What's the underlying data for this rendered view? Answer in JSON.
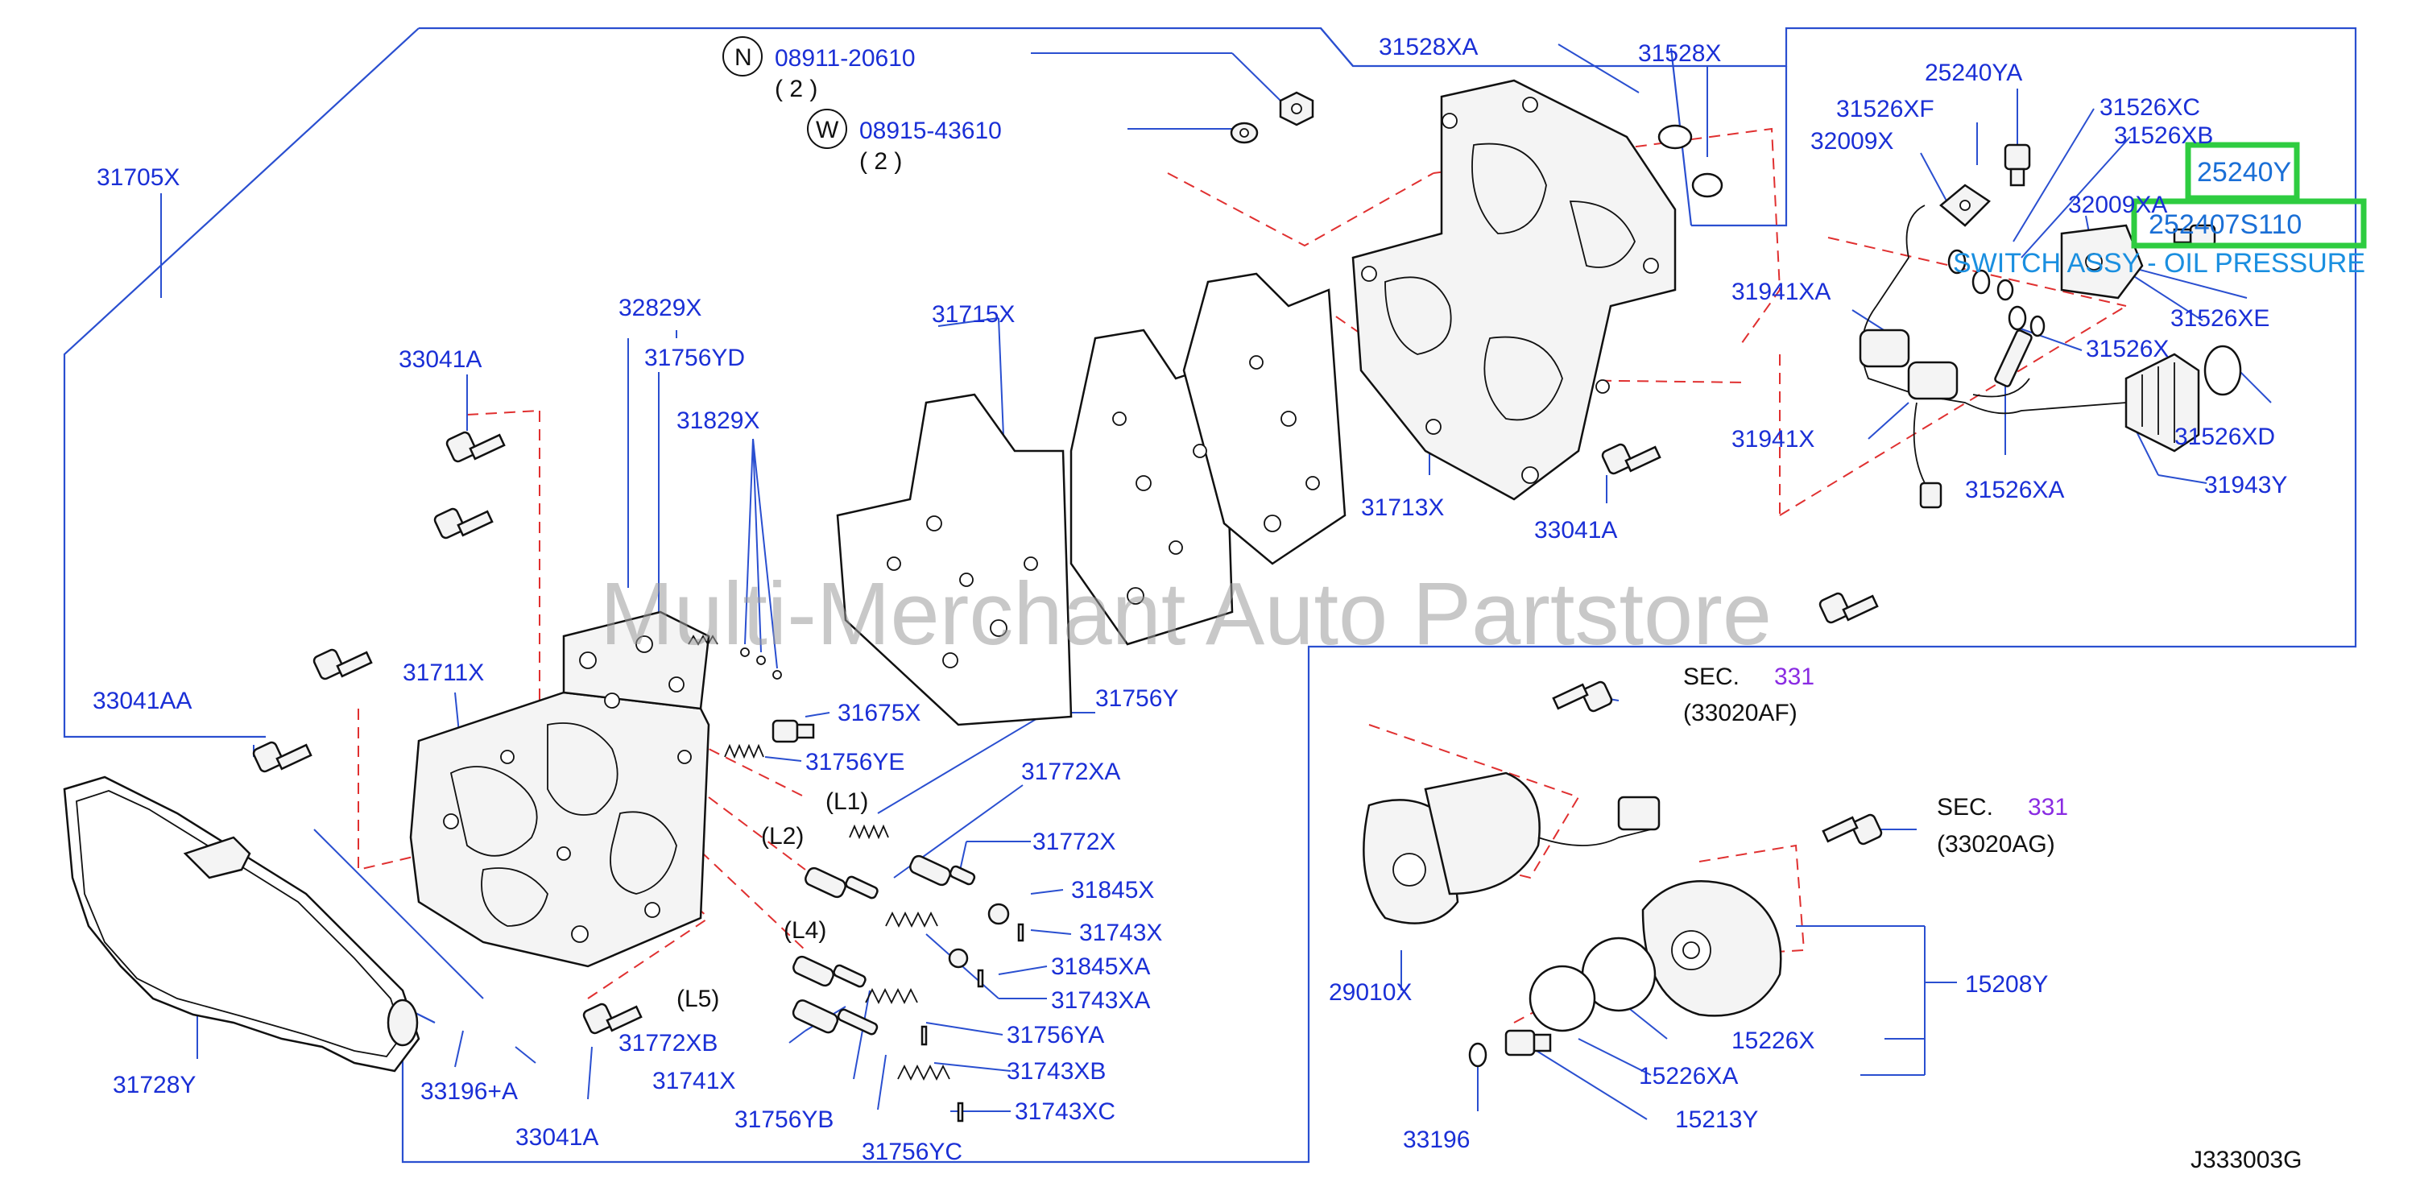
{
  "watermark": "Multi-Merchant Auto Partstore",
  "diagram_code": "J333003G",
  "notes": {
    "n_symbol": "N",
    "w_symbol": "W",
    "qty_n": "( 2 )",
    "qty_w": "( 2 )"
  },
  "sections": {
    "sec1_prefix": "SEC.",
    "sec1_num": "331",
    "sec1_ref": "(33020AF)",
    "sec2_prefix": "SEC.",
    "sec2_num": "331",
    "sec2_ref": "(33020AG)"
  },
  "highlight": {
    "part1": "25240Y",
    "part2": "252407S110",
    "description": "SWITCH ASSY - OIL PRESSURE"
  },
  "labels": {
    "p08911": "08911-20610",
    "p08915": "08915-43610",
    "p31528XA": "31528XA",
    "p31528X": "31528X",
    "p25240YA": "25240YA",
    "p31526XF": "31526XF",
    "p31526XC": "31526XC",
    "p31526XB": "31526XB",
    "p32009X": "32009X",
    "p32009XA": "32009XA",
    "p31705X": "31705X",
    "p31941XA": "31941XA",
    "p31526XE": "31526XE",
    "p31526X": "31526X",
    "p31941X": "31941X",
    "p31526XD": "31526XD",
    "p31526XA": "31526XA",
    "p31943Y": "31943Y",
    "p31715X": "31715X",
    "p32829X": "32829X",
    "p33041A_1": "33041A",
    "p31756YD": "31756YD",
    "p31829X": "31829X",
    "p31713X": "31713X",
    "p33041A_2": "33041A",
    "p31711X": "31711X",
    "p33041AA": "33041AA",
    "p31675X": "31675X",
    "p31756Y": "31756Y",
    "p31756YE": "31756YE",
    "p31772XA": "31772XA",
    "L1": "(L1)",
    "L2": "(L2)",
    "L4": "(L4)",
    "L5": "(L5)",
    "p31772X": "31772X",
    "p31845X": "31845X",
    "p31743X": "31743X",
    "p31845XA": "31845XA",
    "p31743XA": "31743XA",
    "p31756YA": "31756YA",
    "p31772XB": "31772XB",
    "p31743XB": "31743XB",
    "p31741X": "31741X",
    "p31756YB": "31756YB",
    "p31743XC": "31743XC",
    "p31756YC": "31756YC",
    "p31728Y": "31728Y",
    "p33196A": "33196+A",
    "p33041A_3": "33041A",
    "p29010X": "29010X",
    "p15208Y": "15208Y",
    "p15226X": "15226X",
    "p15226XA": "15226XA",
    "p15213Y": "15213Y",
    "p33196": "33196"
  }
}
